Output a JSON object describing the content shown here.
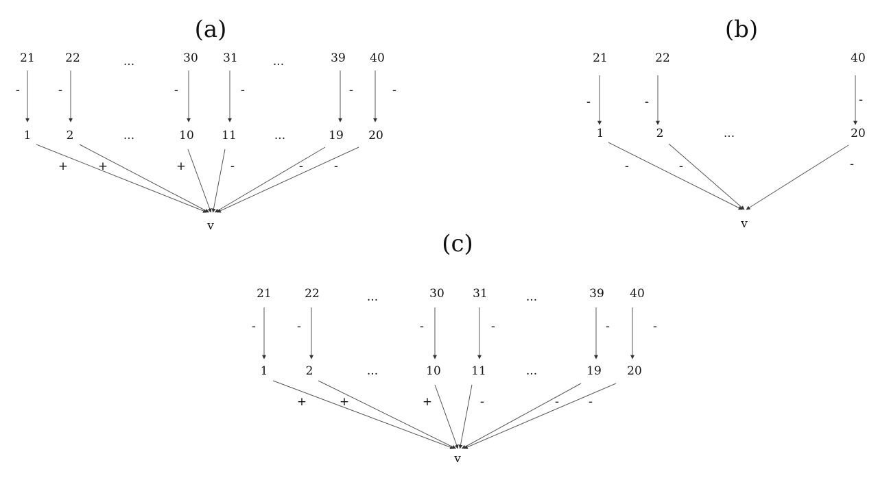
{
  "panels": [
    {
      "id": "a",
      "title": "(a)",
      "top_nodes": [
        "21",
        "22",
        "...",
        "30",
        "31",
        "...",
        "39",
        "40"
      ],
      "mid_nodes": [
        "1",
        "2",
        "...",
        "10",
        "11",
        "...",
        "19",
        "20"
      ],
      "output_node": "v",
      "top_edge_signs": [
        "-",
        "-",
        "-",
        "-",
        "-",
        "-"
      ],
      "bottom_edge_signs": [
        "+",
        "+",
        "+",
        "-",
        "-",
        "-"
      ]
    },
    {
      "id": "b",
      "title": "(b)",
      "top_nodes": [
        "21",
        "22",
        "40"
      ],
      "mid_nodes": [
        "1",
        "2",
        "...",
        "20"
      ],
      "output_node": "v",
      "top_edge_signs": [
        "-",
        "-",
        "-"
      ],
      "bottom_edge_signs": [
        "-",
        "-",
        "-"
      ]
    },
    {
      "id": "c",
      "title": "(c)",
      "top_nodes": [
        "21",
        "22",
        "...",
        "30",
        "31",
        "...",
        "39",
        "40"
      ],
      "mid_nodes": [
        "1",
        "2",
        "...",
        "10",
        "11",
        "...",
        "19",
        "20"
      ],
      "output_node": "v",
      "top_edge_signs": [
        "-",
        "-",
        "-",
        "-",
        "-",
        "-"
      ],
      "bottom_edge_signs": [
        "+",
        "+",
        "+",
        "-",
        "-",
        "-"
      ]
    }
  ],
  "colors": {
    "edge": "#555555",
    "text": "#111111",
    "background": "#ffffff"
  }
}
